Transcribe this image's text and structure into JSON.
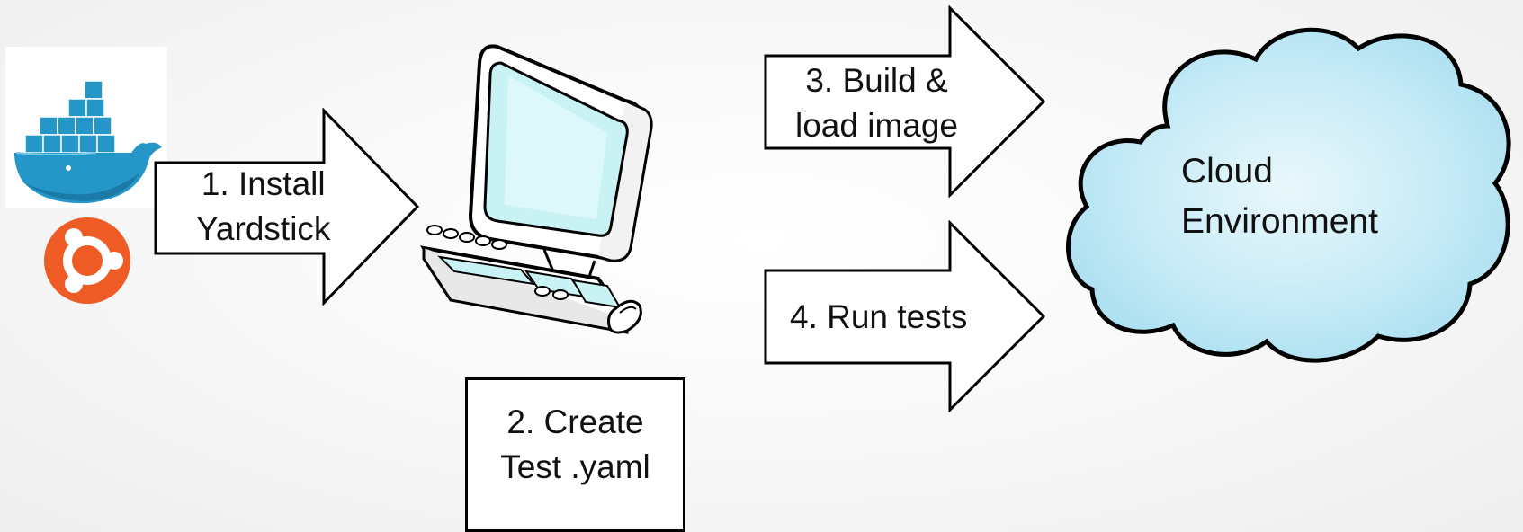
{
  "steps": {
    "install": {
      "line1": "1. Install",
      "line2": "Yardstick"
    },
    "create": {
      "line1": "2. Create",
      "line2": "Test .yaml"
    },
    "build": {
      "line1": "3. Build &",
      "line2": "load image"
    },
    "run": {
      "line1": "4. Run tests"
    }
  },
  "cloud": {
    "line1": "Cloud",
    "line2": "Environment",
    "fill": "#b8e6f5",
    "outline": "#000000"
  },
  "icons": {
    "docker": "docker-whale-icon",
    "ubuntu": "ubuntu-logo-icon",
    "computer": "desktop-computer-icon"
  },
  "colors": {
    "docker_blue": "#2496c8",
    "ubuntu_orange": "#ef5b25",
    "screen_tint": "#c9f2f4"
  }
}
